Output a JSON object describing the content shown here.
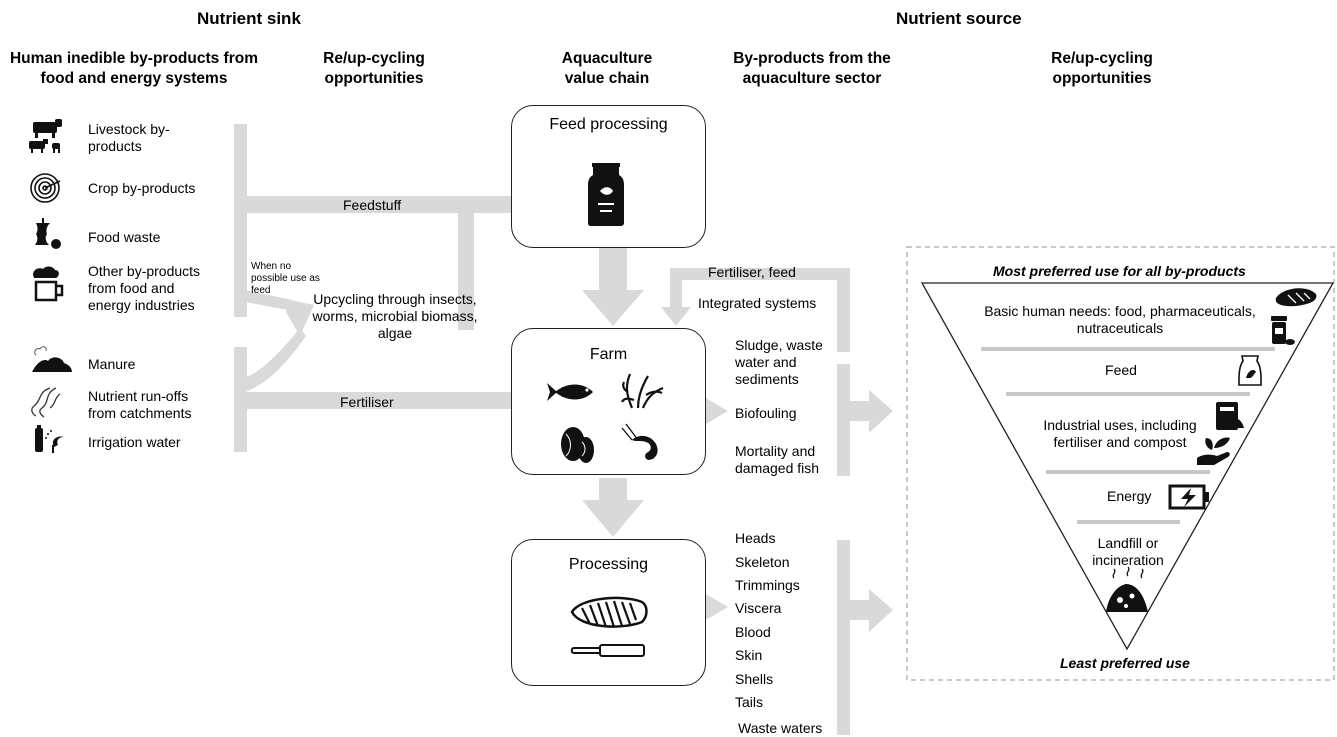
{
  "headers": {
    "nutrient_sink": "Nutrient sink",
    "nutrient_source": "Nutrient source",
    "col1": "Human inedible by-products from food and energy systems",
    "col2": "Re/up-cycling opportunities",
    "col3": "Aquaculture value chain",
    "col4": "By-products from the aquaculture sector",
    "col5": "Re/up-cycling opportunities"
  },
  "inputs": {
    "livestock": "Livestock by-products",
    "crop": "Crop by-products",
    "food_waste": "Food waste",
    "other": "Other by-products from food and energy industries",
    "manure": "Manure",
    "runoff": "Nutrient run-offs from catchments",
    "irrigation": "Irrigation water"
  },
  "flows": {
    "feedstuff": "Feedstuff",
    "no_feed_note": "When no possible use as feed",
    "upcycling": "Upcycling through insects, worms, microbial biomass, algae",
    "fertiliser": "Fertiliser",
    "fertiliser_feed": "Fertiliser, feed",
    "integrated": "Integrated systems"
  },
  "stages": {
    "feed_processing": "Feed processing",
    "farm": "Farm",
    "processing": "Processing"
  },
  "farm_byproducts": [
    "Sludge, waste water and sediments",
    "Biofouling",
    "Mortality and damaged fish"
  ],
  "processing_byproducts": [
    "Heads",
    "Skeleton",
    "Trimmings",
    "Viscera",
    "Blood",
    "Skin",
    "Shells",
    "Tails",
    "Waste waters"
  ],
  "hierarchy": {
    "top_label": "Most preferred use for all by-products",
    "bottom_label": "Least preferred use",
    "levels": [
      "Basic human needs: food, pharmaceuticals, nutraceuticals",
      "Feed",
      "Industrial uses, including fertiliser and compost",
      "Energy",
      "Landfill or incineration"
    ]
  },
  "icons": [
    "cow-icon",
    "crop-icon",
    "apple-core-icon",
    "beer-mug-icon",
    "manure-icon",
    "runoff-icon",
    "irrigation-icon",
    "feed-bag-icon",
    "fish-icon",
    "seaweed-icon",
    "mussel-icon",
    "shrimp-icon",
    "fish-fillet-icon",
    "knife-icon",
    "sushi-icon",
    "pill-bottle-icon",
    "feed-sack-icon",
    "plant-hand-icon",
    "battery-icon",
    "landfill-icon"
  ],
  "colors": {
    "flow": "#d9d9d9",
    "divider": "#c8c8c8",
    "outline": "#222222"
  }
}
